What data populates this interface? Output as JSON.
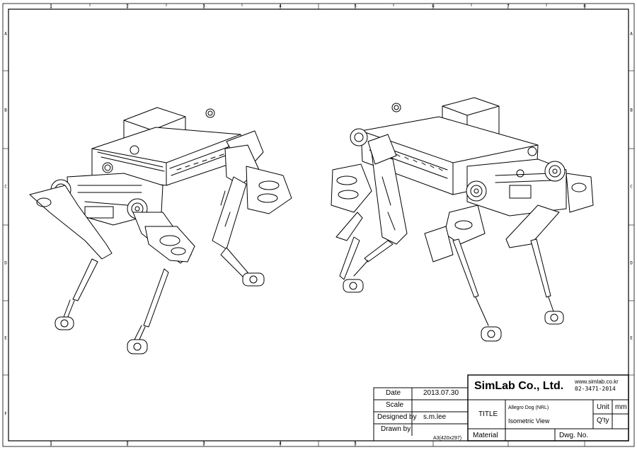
{
  "border": {
    "columns": [
      "1",
      "2",
      "3",
      "4",
      "5",
      "6",
      "7",
      "8"
    ],
    "rows": [
      "A",
      "B",
      "C",
      "D",
      "E",
      "F"
    ]
  },
  "title_block": {
    "date_label": "Date",
    "date_value": "2013.07.30",
    "scale_label": "Scale",
    "scale_value": "",
    "designed_by_label": "Designed by",
    "designed_by_value": "s.m.lee",
    "drawn_by_label": "Drawn by",
    "drawn_by_value": "",
    "company": "SimLab Co., Ltd.",
    "website": "www.simlab.co.kr",
    "phone": "02-3471-2014",
    "title_label": "TITLE",
    "title_line1": "Allegro Dog (NRL)",
    "title_line2": "Isometric View",
    "unit_label": "Unit",
    "unit_value": "mm",
    "qty_label": "Q'ty",
    "qty_value": "",
    "material_label": "Material",
    "material_value": "",
    "dwg_no_label": "Dwg. No.",
    "dwg_no_value": "",
    "sheet_size": "A3(420x297)"
  }
}
